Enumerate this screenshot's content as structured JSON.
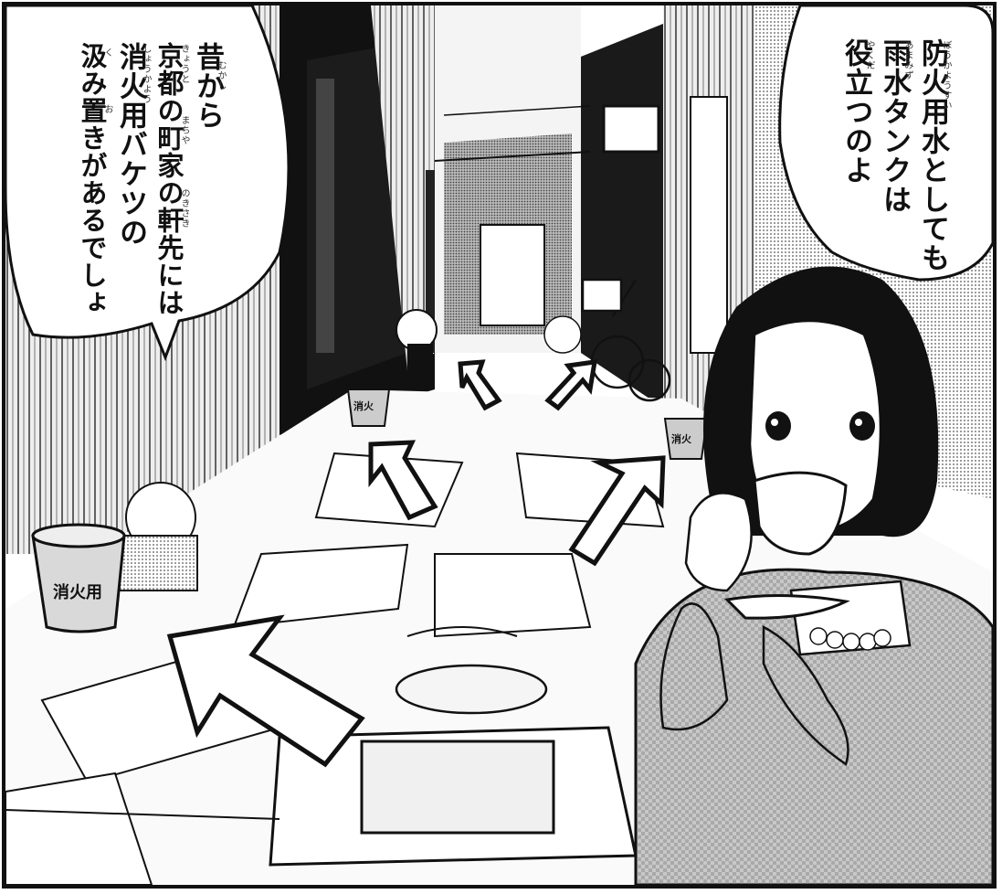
{
  "speech_left": {
    "lines": [
      "昔から",
      "京都の町家の軒先には",
      "消火用バケツの",
      "汲み置きがあるでしょ"
    ],
    "ruby": [
      "むかし",
      "きょうと",
      "まちや",
      "のきさき",
      "しょうかよう",
      "く",
      "お"
    ]
  },
  "speech_right": {
    "lines": [
      "防火用水としても",
      "雨水タンクは",
      "役立つのよ"
    ],
    "ruby": [
      "ぼうかようすい",
      "あまみず",
      "やくだ"
    ]
  },
  "bucket_labels": {
    "large": "消火用",
    "small_left": "消火",
    "small_right": "消火"
  },
  "colors": {
    "ink": "#111111",
    "paper": "#ffffff",
    "tone": "#bdbdbd"
  }
}
